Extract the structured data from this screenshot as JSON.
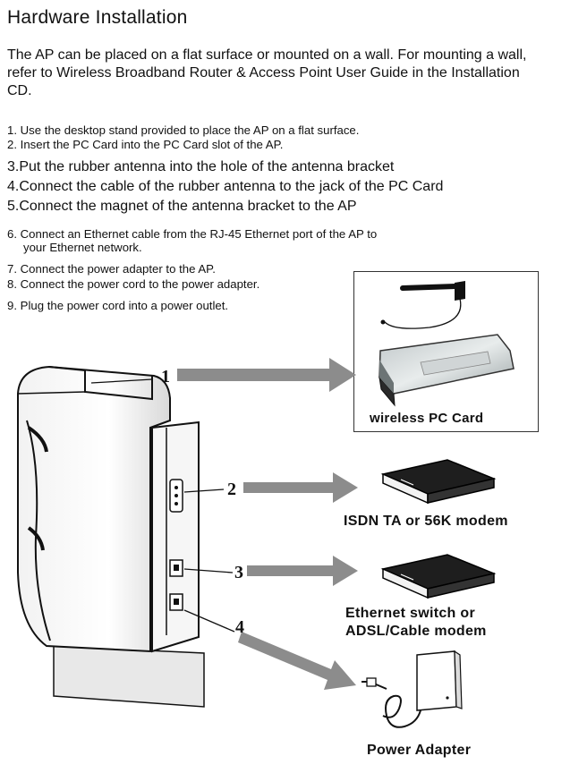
{
  "page": {
    "title": "Hardware Installation",
    "intro": "The AP can be placed on a flat surface or mounted on a wall. For mounting a wall, refer to Wireless Broadband Router & Access Point User Guide in the Installation CD."
  },
  "steps": [
    {
      "text": "1. Use the desktop stand provided to place the AP on a flat surface."
    },
    {
      "text": "2. Insert the PC Card into the PC Card slot of the AP."
    },
    {
      "text": "3.Put the rubber antenna into the hole of the antenna bracket"
    },
    {
      "text": "4.Connect the cable of the rubber antenna to the jack of the PC Card"
    },
    {
      "text": "5.Connect the magnet of the antenna bracket to the AP"
    },
    {
      "text": "6. Connect an Ethernet cable from the RJ-45 Ethernet port of the AP to",
      "cont": "your Ethernet network."
    },
    {
      "text": "7. Connect the power adapter to the AP."
    },
    {
      "text": "8. Connect the power cord to the power adapter."
    },
    {
      "text": "9. Plug the power cord into a power outlet."
    }
  ],
  "diagram": {
    "callouts": [
      "1",
      "2",
      "3",
      "4"
    ],
    "captions": {
      "pc_card": "wireless PC Card",
      "modem": "ISDN TA or 56K modem",
      "switch_line1": "Ethernet switch or",
      "switch_line2": "ADSL/Cable modem",
      "adapter": "Power Adapter"
    },
    "colors": {
      "arrow": "#8c8c8c",
      "ink": "#111111",
      "device_dark": "#1e1e1e"
    }
  }
}
